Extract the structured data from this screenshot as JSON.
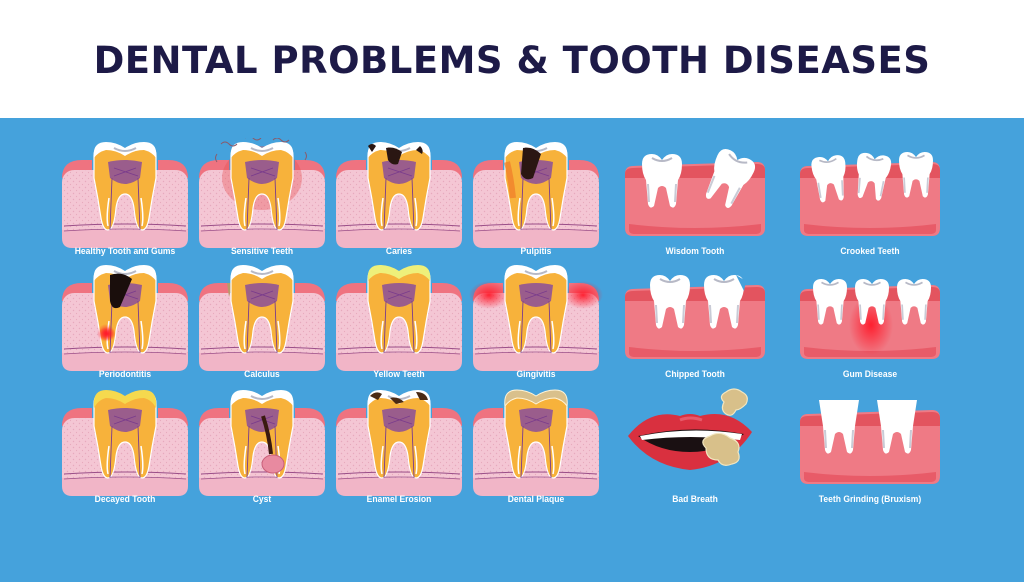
{
  "header": {
    "title": "DENTAL PROBLEMS & TOOTH DISEASES"
  },
  "colors": {
    "background_panel": "#45a2dc",
    "title_text": "#1d1a47",
    "label_text": "#ffffff",
    "gum_pink": "#f4c6d4",
    "gum_red": "#ef7380",
    "enamel": "#ffffff",
    "dentin": "#f7b23b",
    "pulp": "#8a4d9b"
  },
  "items": [
    {
      "label": "Healthy Tooth and Gums",
      "icon": "healthy-tooth-icon"
    },
    {
      "label": "Sensitive Teeth",
      "icon": "sensitive-tooth-icon"
    },
    {
      "label": "Caries",
      "icon": "caries-tooth-icon"
    },
    {
      "label": "Pulpitis",
      "icon": "pulpitis-tooth-icon"
    },
    {
      "label": "Wisdom Tooth",
      "icon": "wisdom-tooth-icon"
    },
    {
      "label": "Crooked Teeth",
      "icon": "crooked-teeth-icon"
    },
    {
      "label": "Periodontitis",
      "icon": "periodontitis-tooth-icon"
    },
    {
      "label": "Calculus",
      "icon": "calculus-tooth-icon"
    },
    {
      "label": "Yellow Teeth",
      "icon": "yellow-tooth-icon"
    },
    {
      "label": "Gingivitis",
      "icon": "gingivitis-tooth-icon"
    },
    {
      "label": "Chipped Tooth",
      "icon": "chipped-tooth-icon"
    },
    {
      "label": "Gum Disease",
      "icon": "gum-disease-icon"
    },
    {
      "label": "Decayed Tooth",
      "icon": "decayed-tooth-icon"
    },
    {
      "label": "Cyst",
      "icon": "cyst-tooth-icon"
    },
    {
      "label": "Enamel Erosion",
      "icon": "enamel-erosion-tooth-icon"
    },
    {
      "label": "Dental Plaque",
      "icon": "dental-plaque-tooth-icon"
    },
    {
      "label": "Bad Breath",
      "icon": "bad-breath-icon"
    },
    {
      "label": "Teeth Grinding (Bruxism)",
      "icon": "teeth-grinding-icon"
    }
  ]
}
